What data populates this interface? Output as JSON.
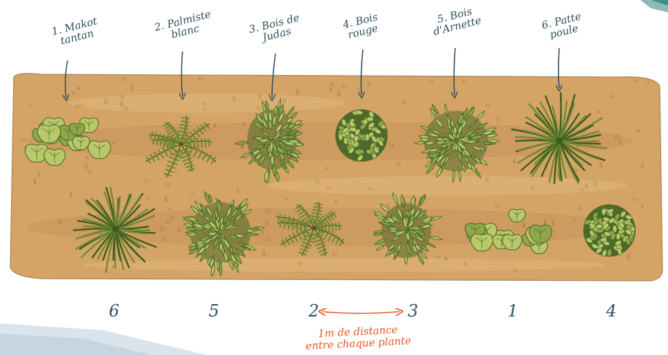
{
  "species_labels": [
    {
      "id": "makot-tantan",
      "text": "1. Makot\ntantan"
    },
    {
      "id": "palmiste-blanc",
      "text": "2. Palmiste\nblanc"
    },
    {
      "id": "bois-de-judas",
      "text": "3. Bois de\nJudas"
    },
    {
      "id": "bois-rouge",
      "text": "4. Bois\nrouge"
    },
    {
      "id": "bois-d-arnette",
      "text": "5. Bois\nd'Arnette"
    },
    {
      "id": "patte-poule",
      "text": "6. Patte\npoule"
    }
  ],
  "bottom_row_numbers": [
    "6",
    "5",
    "2",
    "3",
    "1",
    "4"
  ],
  "spacing_note": "1m de distance\nentre chaque plante",
  "colors": {
    "soil": "#d4a466",
    "soil_dark": "#b98a4f",
    "leaf_light": "#b9c96a",
    "leaf_dark": "#4e6a2a",
    "ink": "#2f4f5f",
    "accent": "#e8541f"
  }
}
